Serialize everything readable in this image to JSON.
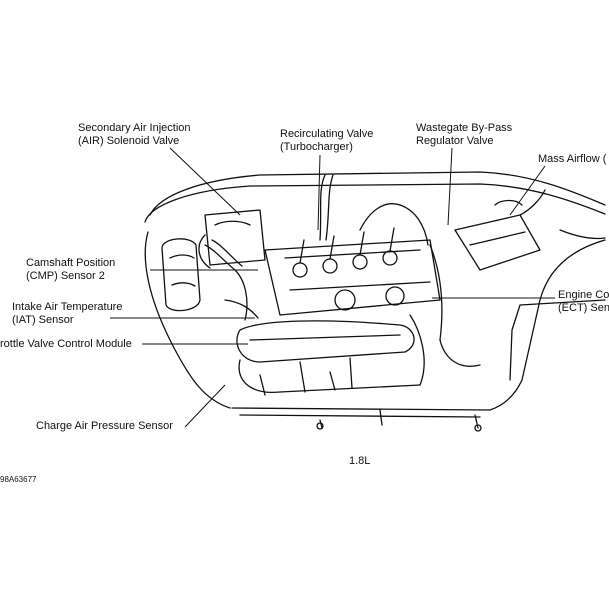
{
  "labels": {
    "air_injection": [
      "Secondary Air Injection",
      "(AIR) Solenoid Valve"
    ],
    "recirc_valve": [
      "Recirculating Valve",
      "(Turbocharger)"
    ],
    "wastegate": [
      "Wastegate By-Pass",
      "Regulator Valve"
    ],
    "mass_airflow": [
      "Mass Airflow ("
    ],
    "camshaft": [
      "Camshaft Position",
      "(CMP) Sensor 2"
    ],
    "engine_coolant": [
      "Engine Co",
      "(ECT) Sen"
    ],
    "intake_air": [
      "Intake Air Temperature",
      "(IAT) Sensor"
    ],
    "throttle": [
      "rottle Valve Control Module"
    ],
    "charge_air": [
      "Charge Air Pressure Sensor"
    ]
  },
  "engine_size": "1.8L",
  "figure_code": "98A63677"
}
